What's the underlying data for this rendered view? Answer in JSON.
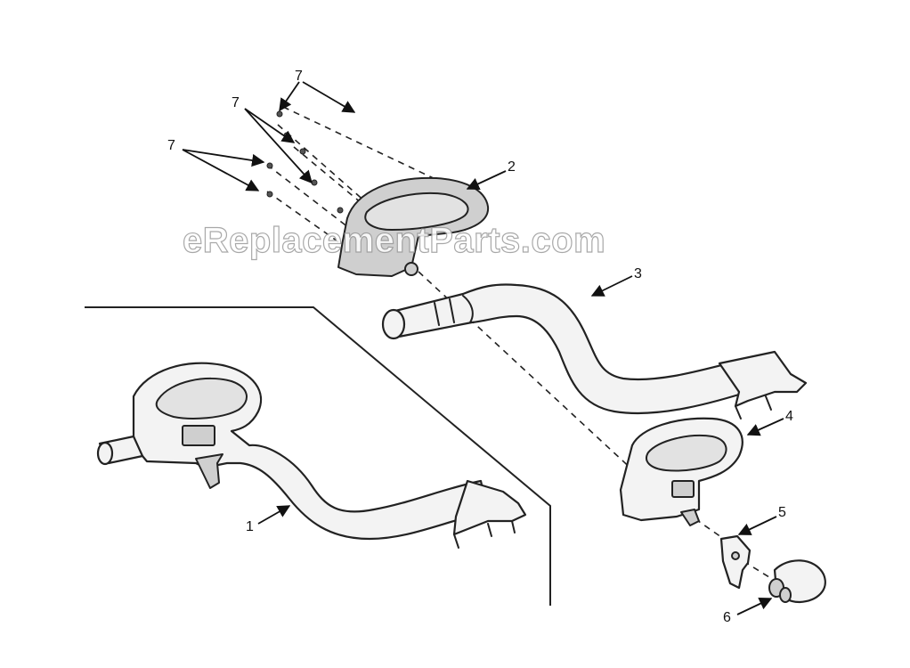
{
  "watermark": "eReplacementParts.com",
  "callouts": {
    "c1": "1",
    "c2": "2",
    "c3": "3",
    "c4": "4",
    "c5": "5",
    "c6": "6",
    "c7a": "7",
    "c7b": "7",
    "c7c": "7"
  }
}
